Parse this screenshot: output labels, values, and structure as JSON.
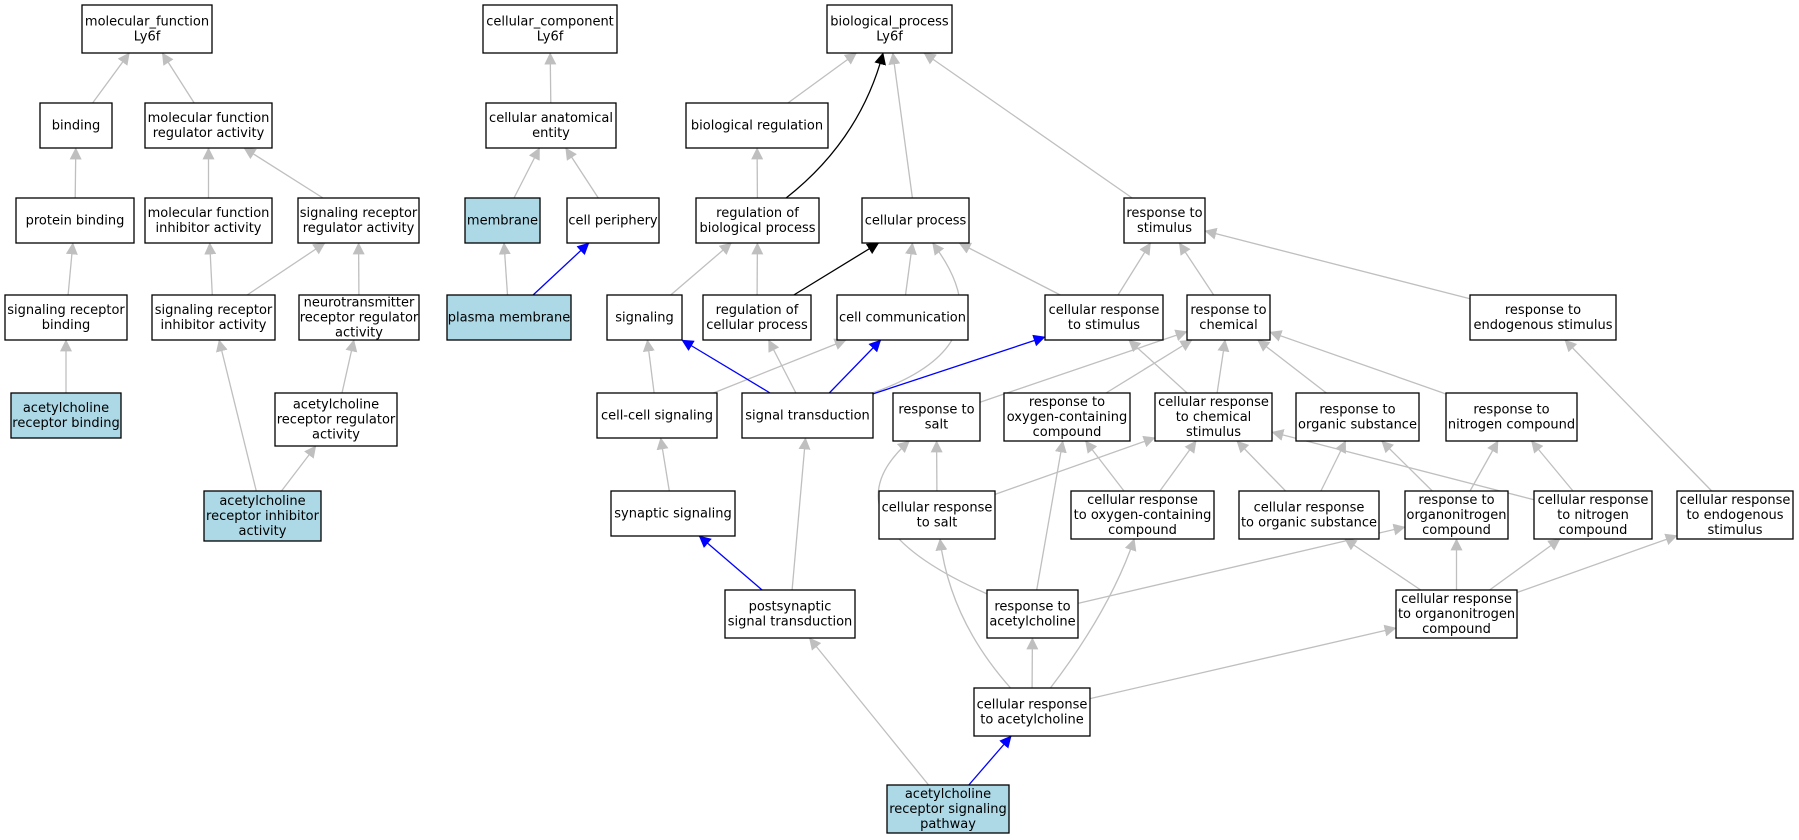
{
  "colors": {
    "node_fill": "#ffffff",
    "highlight_fill": "#add8e6",
    "border": "#000000",
    "edge_gray": "#bfbfbf",
    "edge_blue": "#0000ff",
    "edge_black": "#000000"
  },
  "nodes": {
    "mf_root": [
      "molecular_function",
      "Ly6f"
    ],
    "cc_root": [
      "cellular_component",
      "Ly6f"
    ],
    "bp_root": [
      "biological_process",
      "Ly6f"
    ],
    "binding": [
      "binding"
    ],
    "mf_regulator": [
      "molecular function",
      "regulator activity"
    ],
    "protein_binding": [
      "protein binding"
    ],
    "mf_inhibitor": [
      "molecular function",
      "inhibitor activity"
    ],
    "sig_rec_regulator": [
      "signaling receptor",
      "regulator activity"
    ],
    "sig_rec_binding": [
      "signaling receptor",
      "binding"
    ],
    "sig_rec_inhibitor": [
      "signaling receptor",
      "inhibitor activity"
    ],
    "nt_rec_regulator": [
      "neurotransmitter",
      "receptor regulator",
      "activity"
    ],
    "ach_rec_binding": [
      "acetylcholine",
      "receptor binding"
    ],
    "ach_rec_reg": [
      "acetylcholine",
      "receptor regulator",
      "activity"
    ],
    "ach_rec_inhibitor": [
      "acetylcholine",
      "receptor inhibitor",
      "activity"
    ],
    "cell_anat": [
      "cellular anatomical",
      "entity"
    ],
    "membrane": [
      "membrane"
    ],
    "cell_periphery": [
      "cell periphery"
    ],
    "plasma_membrane": [
      "plasma membrane"
    ],
    "bio_reg": [
      "biological regulation"
    ],
    "reg_bio": [
      "regulation of",
      "biological process"
    ],
    "cellular_process": [
      "cellular process"
    ],
    "resp_stimulus": [
      "response to",
      "stimulus"
    ],
    "signaling": [
      "signaling"
    ],
    "reg_cell": [
      "regulation of",
      "cellular process"
    ],
    "cell_comm": [
      "cell communication"
    ],
    "cell_resp_stimulus": [
      "cellular response",
      "to stimulus"
    ],
    "resp_chem": [
      "response to",
      "chemical"
    ],
    "resp_endo": [
      "response to",
      "endogenous stimulus"
    ],
    "cell_cell_sig": [
      "cell-cell signaling"
    ],
    "sig_trans": [
      "signal transduction"
    ],
    "resp_salt": [
      "response to",
      "salt"
    ],
    "resp_oxy": [
      "response to",
      "oxygen-containing",
      "compound"
    ],
    "cell_resp_chem": [
      "cellular response",
      "to chemical",
      "stimulus"
    ],
    "resp_org_sub": [
      "response to",
      "organic substance"
    ],
    "resp_nitro": [
      "response to",
      "nitrogen compound"
    ],
    "synaptic_sig": [
      "synaptic signaling"
    ],
    "cell_resp_salt": [
      "cellular response",
      "to salt"
    ],
    "cell_resp_oxy": [
      "cellular response",
      "to oxygen-containing",
      "compound"
    ],
    "cell_resp_org_sub": [
      "cellular response",
      "to organic substance"
    ],
    "resp_organonitro": [
      "response to",
      "organonitrogen",
      "compound"
    ],
    "cell_resp_nitro": [
      "cellular response",
      "to nitrogen",
      "compound"
    ],
    "cell_resp_endo": [
      "cellular response",
      "to endogenous",
      "stimulus"
    ],
    "postsyn": [
      "postsynaptic",
      "signal transduction"
    ],
    "resp_ach": [
      "response to",
      "acetylcholine"
    ],
    "cell_resp_organonitro": [
      "cellular response",
      "to organonitrogen",
      "compound"
    ],
    "cell_resp_ach": [
      "cellular response",
      "to acetylcholine"
    ],
    "ach_pathway": [
      "acetylcholine",
      "receptor signaling",
      "pathway"
    ]
  }
}
